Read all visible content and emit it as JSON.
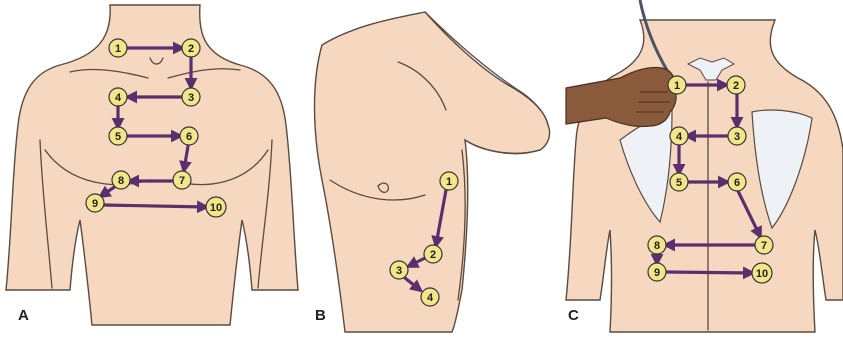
{
  "panels": [
    {
      "letter": "A",
      "points": [
        {
          "n": "1"
        },
        {
          "n": "2"
        },
        {
          "n": "3"
        },
        {
          "n": "4"
        },
        {
          "n": "5"
        },
        {
          "n": "6"
        },
        {
          "n": "7"
        },
        {
          "n": "8"
        },
        {
          "n": "9"
        },
        {
          "n": "10"
        }
      ]
    },
    {
      "letter": "B",
      "points": [
        {
          "n": "1"
        },
        {
          "n": "2"
        },
        {
          "n": "3"
        },
        {
          "n": "4"
        }
      ]
    },
    {
      "letter": "C",
      "points": [
        {
          "n": "1"
        },
        {
          "n": "2"
        },
        {
          "n": "3"
        },
        {
          "n": "4"
        },
        {
          "n": "5"
        },
        {
          "n": "6"
        },
        {
          "n": "7"
        },
        {
          "n": "8"
        },
        {
          "n": "9"
        },
        {
          "n": "10"
        }
      ]
    }
  ],
  "colors": {
    "skin": "#f6d8c0",
    "arrow": "#5b2f6e",
    "marker": "#f3e68a",
    "hand": "#8a5a3c",
    "scapula": "#eef1f6"
  }
}
